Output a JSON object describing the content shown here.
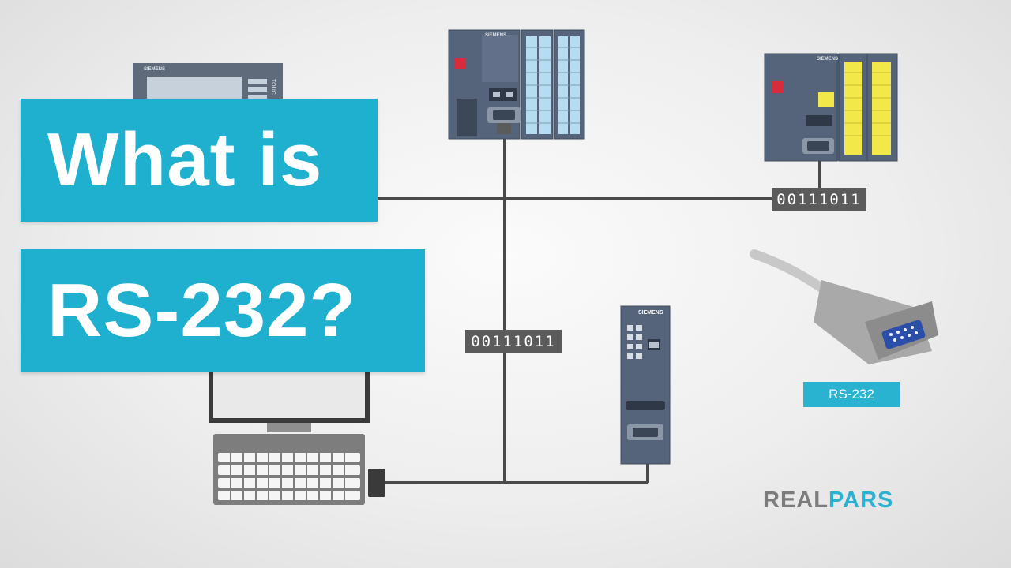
{
  "title": {
    "line1": "What is",
    "line2": "RS-232?"
  },
  "binary_labels": {
    "top": "00111011",
    "middle": "00111011"
  },
  "devices": {
    "plc_center_brand": "SIEMENS",
    "plc_right_brand": "SIEMENS",
    "switch_brand": "SIEMENS",
    "hmi_brand": "SIEMENS",
    "hmi_side_text": "TOUC"
  },
  "connector_label": "RS-232",
  "logo": {
    "part1": "REAL",
    "part2": "PARS"
  },
  "colors": {
    "accent": "#1fb0cf",
    "cable": "#4a4a4a",
    "binary_bg": "#5b5b5b",
    "device_body": "#4e5d70",
    "yellow_led": "#f2e84a"
  }
}
